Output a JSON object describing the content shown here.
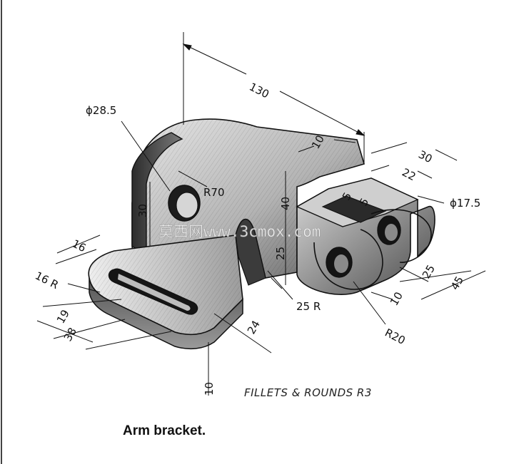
{
  "caption": "Arm bracket.",
  "note": "FILLETS & ROUNDS R3",
  "watermark": "莫西网www.3cmox.com",
  "dimensions": {
    "overall_length": "130",
    "top_boss_hole": "ϕ28.5",
    "arm_radius": "R70",
    "arm_thickness": "10",
    "clevis_width": "30",
    "clevis_slot": "22",
    "clevis_hole": "ϕ17.5",
    "clevis_depth_a": "5",
    "clevis_depth_b": "5",
    "upright_height": "30",
    "inner_height": "40",
    "inner_offset": "25",
    "inner_fillet": "25 R",
    "clevis_radius": "R20",
    "clevis_thickness": "10",
    "clevis_length_a": "25",
    "clevis_length_b": "45",
    "base_slot_width": "16",
    "base_slot_radius": "16 R",
    "base_slot_length": "19",
    "base_width": "38",
    "base_depth": "24",
    "base_thickness": "10"
  },
  "colors": {
    "ink": "#111111",
    "shade_dark": "#3a3a3a",
    "shade_mid": "#8c8c8c",
    "shade_light": "#d9d9d9"
  }
}
